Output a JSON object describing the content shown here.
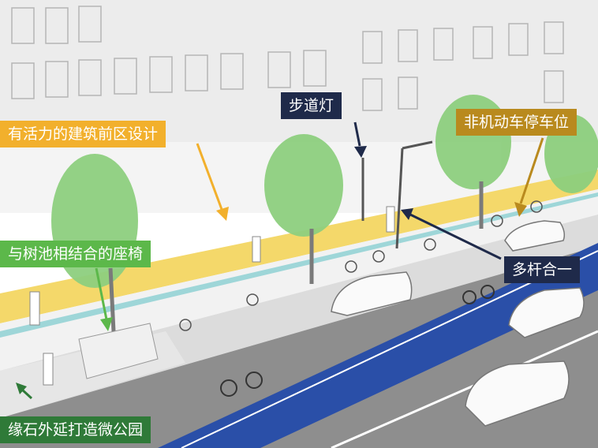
{
  "labels": {
    "sidewalk_light": "步道灯",
    "active_frontage": "有活力的建筑前区设计",
    "bike_parking": "非机动车停车位",
    "tree_pit_seating": "与树池相结合的座椅",
    "multi_pole": "多杆合一",
    "curb_extension_park": "缘石外延打造微公园"
  },
  "colors": {
    "navy": "#1f2a4a",
    "orange": "#f2b02c",
    "olive": "#b98a1e",
    "green": "#5cb84a",
    "dark_green": "#2f7a38",
    "bike_lane": "#2a4fa8",
    "road": "#8e8e8e",
    "frontage_yellow": "#f4d86a",
    "tree": "#8dcf7e"
  }
}
